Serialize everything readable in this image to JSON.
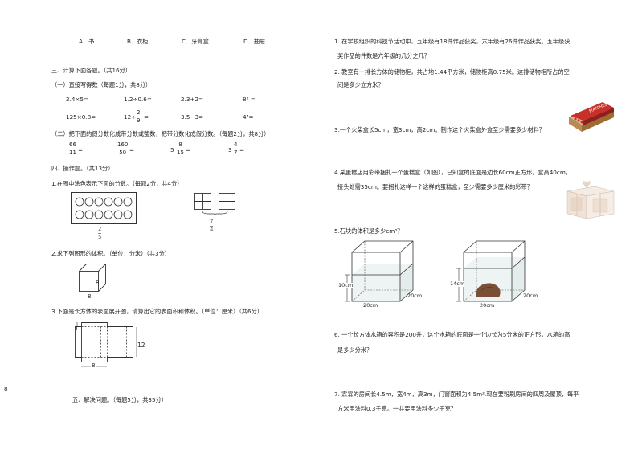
{
  "left": {
    "options": [
      "A．书",
      "B．衣柜",
      "C．牙膏盒",
      "D．抽屉"
    ],
    "sec3": {
      "title": "三、计算下面各题。（共16分）",
      "part1": "（一）直接写得数（每题1分，共8分）",
      "row1": [
        "2.4×5=",
        "1.2÷0.6=",
        "2.3+2=",
        "8² ="
      ],
      "row2_a": "125×0.8=",
      "row2_b_prefix": "12÷",
      "row2_b_num": "2",
      "row2_b_den": "9",
      "row2_b_suffix": "=",
      "row2_c": "3.5−3=",
      "row2_d": "4³=",
      "part2": "（二）把下面的假分数化成带分数或整数，把带分数化成假分数。（每题2分，共8分）",
      "fracs": [
        {
          "whole": "",
          "num": "66",
          "den": "11"
        },
        {
          "whole": "",
          "num": "160",
          "den": "50"
        },
        {
          "whole": "5",
          "num": "8",
          "den": "15"
        },
        {
          "whole": "3",
          "num": "4",
          "den": "7"
        }
      ]
    },
    "sec4": {
      "title": "四、操作题。（共13分）",
      "q1": "1.在图中涂色表示下面的分数。（每题2分，共4分）",
      "q1_frac1": {
        "num": "2",
        "den": "5"
      },
      "q1_frac2": {
        "num": "7",
        "den": "4"
      },
      "q2": "2.求下列图形的体积。（单位：分米）（共3分）",
      "q2_side": "8",
      "q2_bottom": "8",
      "q3": "3.下面是长方体的表面展开图，请算出它的表面积和体积。（单位：厘米）（共6分）",
      "q3_side": "12",
      "q3_bottom": "8",
      "q3_small": "4"
    },
    "sec5": {
      "title": "五、解决问题。（每题5分，共35分）"
    },
    "margin_number": "8"
  },
  "right": {
    "p1": [
      "1. 在学校组织的科技节活动中，五年级有18件作品获奖，六年级有26件作品获奖。五年级获",
      "奖作品的件数是六年级的几分之几？"
    ],
    "p2": [
      "2. 教室有一排长方体的储物柜，共占地1.44平方米，储物柜高0.75米。这排储物柜所占的空",
      "间是多少立方米？"
    ],
    "p3": "3.一个火柴盒长5cm，宽3cm，高2cm。制作这个火柴盒外盒至少需要多少材料？",
    "matchbox_label": "MATCHES",
    "p4": [
      "4.某蛋糕店用彩带捆扎一个蛋糕盒（如图），已知盒的底面是边长60cm正方形，盒高40cm，",
      "接头处需35cm。要捆扎这样一个这样的蛋糕盒，至少需要多少厘米的彩带？"
    ],
    "p5": "5.石块的体积是多少cm³？",
    "tank1": {
      "height_label": "10cm",
      "bottom_label": "20cm",
      "right_label": "20cm"
    },
    "tank2": {
      "height_label": "14cm",
      "bottom_label": "20cm",
      "right_label": "20cm"
    },
    "p6": [
      "6. 一个长方体水箱的容积是200升，这个水箱的底面是一个边长为5分米的正方形，水箱的高",
      "是多少分米？"
    ],
    "p7": [
      "7. 霖霖的房间长4.5m，宽4m，高3m，门窗面积为4.5m².现在要粉刷房间的四周及屋顶，每平",
      "方米用涂料0.3千克。一共要用涂料多少千克？"
    ]
  },
  "colors": {
    "water": "#eef3f3",
    "stone": "#7a4f36",
    "matchbox": "#c8312a"
  }
}
